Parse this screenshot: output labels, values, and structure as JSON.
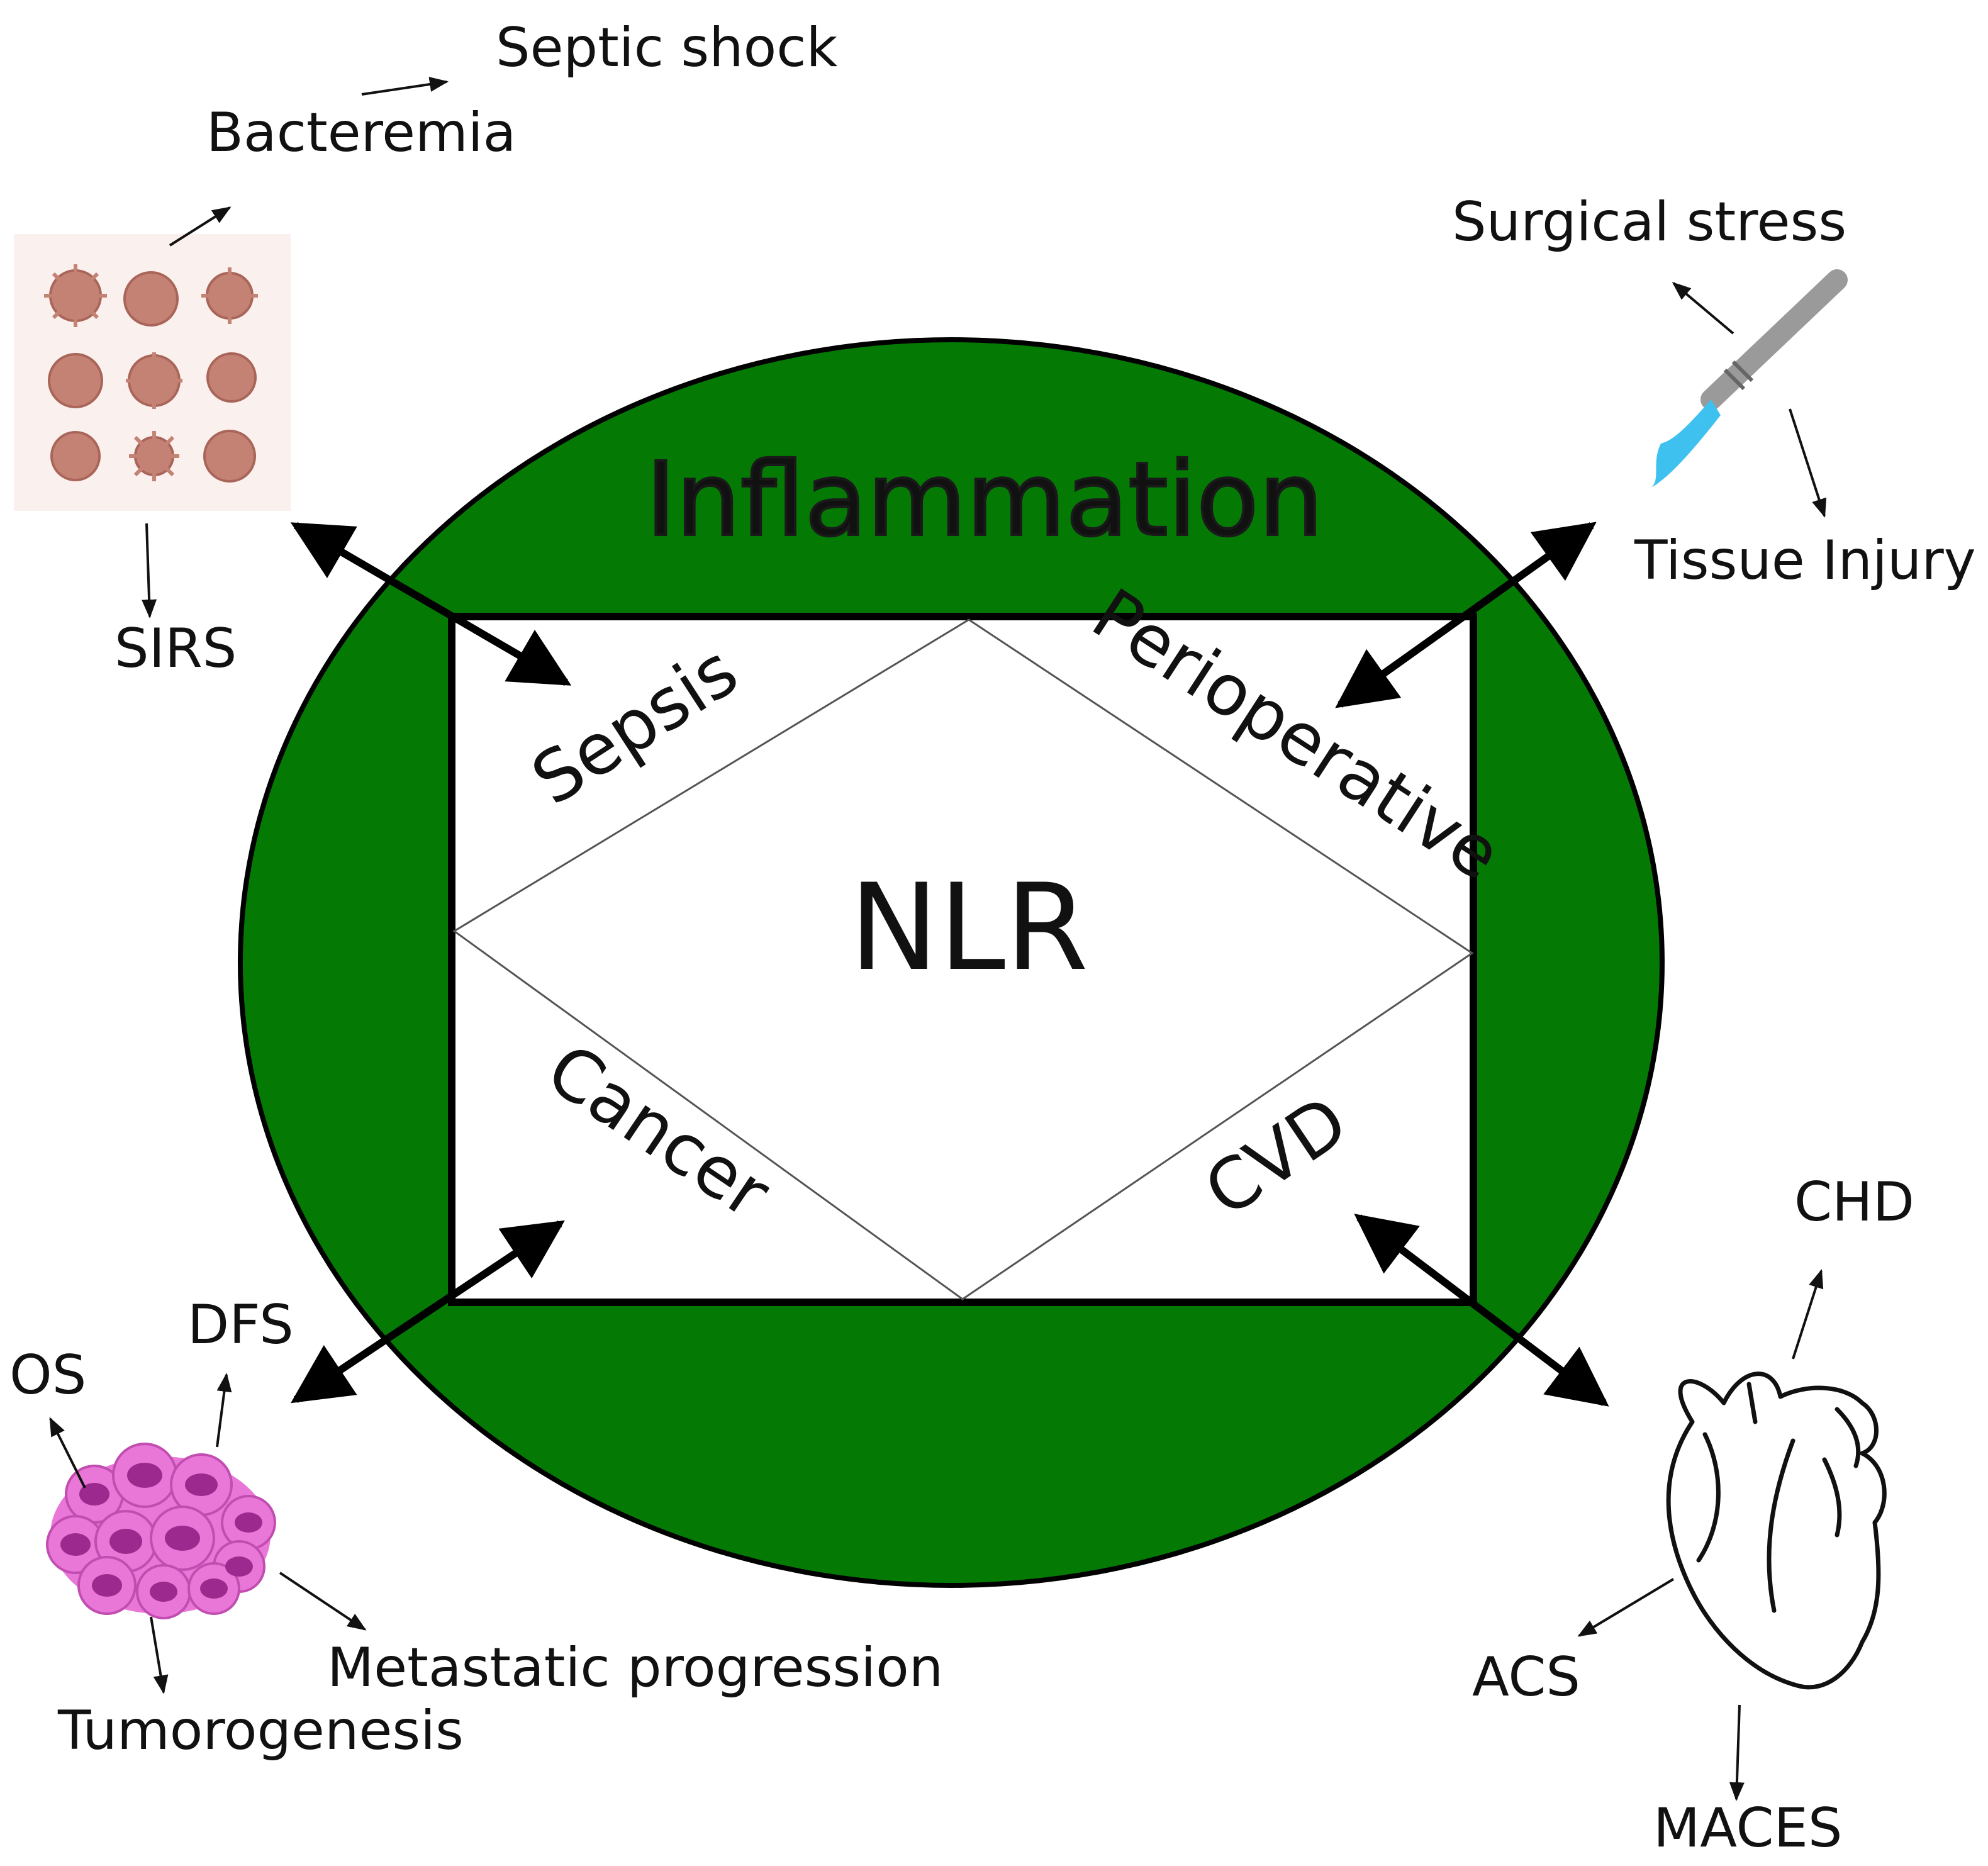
{
  "diagram": {
    "colors": {
      "ring": "#047A04",
      "outline": "#000000",
      "background": "#ffffff",
      "microbe_panel": "#FAF1EE",
      "microbe": "#C48274",
      "tumor_cell": "#E877D8",
      "tumor_nucleus": "#9C2A8E",
      "scalpel_handle": "#9A9A9A",
      "scalpel_blade": "#3FC1EF"
    },
    "ring_label": "Inflammation",
    "center_label": "NLR",
    "quadrants": {
      "top_left": "Sepsis",
      "top_right": "Perioperative",
      "bottom_left": "Cancer",
      "bottom_right": "CVD"
    },
    "sepsis": {
      "icon": "microbes-icon",
      "outcomes": [
        "Bacteremia",
        "Septic shock",
        "SIRS"
      ]
    },
    "perioperative": {
      "icon": "scalpel-icon",
      "outcomes": [
        "Surgical stress",
        "Tissue Injury"
      ]
    },
    "cancer": {
      "icon": "tumor-cells-icon",
      "outcomes": [
        "OS",
        "DFS",
        "Metastatic progression",
        "Tumorogenesis"
      ]
    },
    "cvd": {
      "icon": "heart-icon",
      "outcomes": [
        "CHD",
        "ACS",
        "MACES"
      ]
    }
  }
}
